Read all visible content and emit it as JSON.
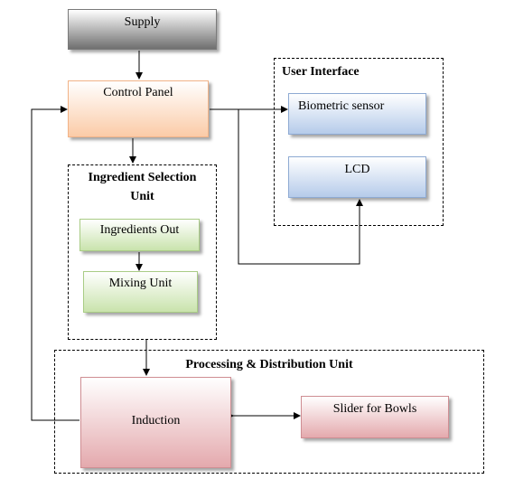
{
  "supply": {
    "label": "Supply"
  },
  "control_panel": {
    "label": "Control Panel"
  },
  "user_interface": {
    "title": "User Interface",
    "biometric_sensor": "Biometric sensor",
    "lcd": "LCD"
  },
  "ingredient_selection": {
    "title_line1": "Ingredient Selection",
    "title_line2": "Unit",
    "ingredients_out": "Ingredients Out",
    "mixing_unit": "Mixing Unit"
  },
  "processing_distribution": {
    "title": "Processing & Distribution Unit",
    "induction": "Induction",
    "slider_for_bowls": "Slider for Bowls"
  }
}
